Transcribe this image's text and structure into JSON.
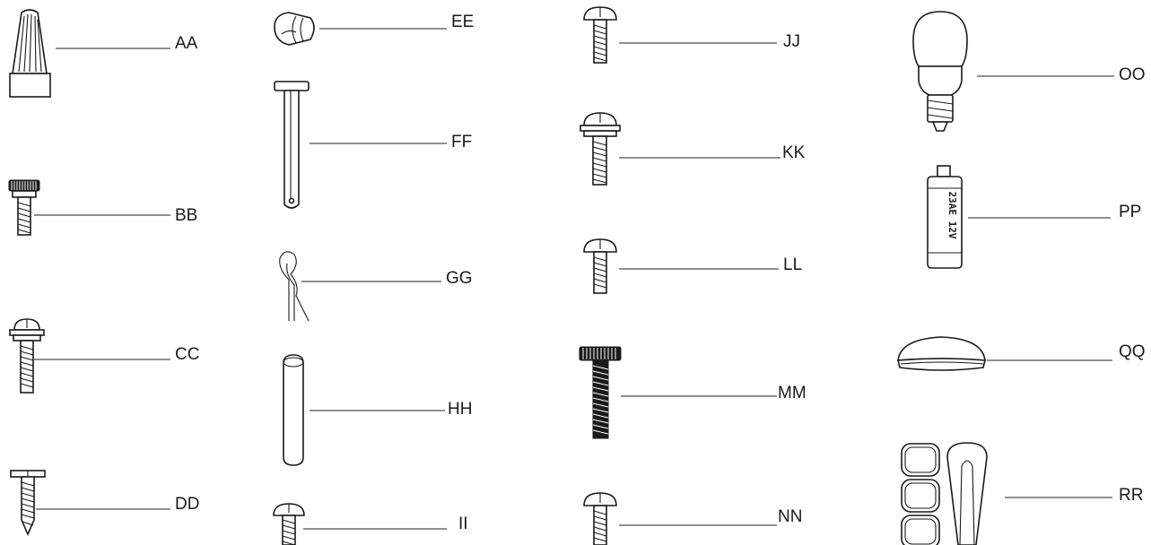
{
  "parts": [
    {
      "id": "wire-nut",
      "label": "AA"
    },
    {
      "id": "thumb-screw",
      "label": "BB"
    },
    {
      "id": "washer-screw",
      "label": "CC"
    },
    {
      "id": "pointed-screw",
      "label": "DD"
    },
    {
      "id": "cap-nut",
      "label": "EE"
    },
    {
      "id": "clevis-pin",
      "label": "FF"
    },
    {
      "id": "hairpin-clip",
      "label": "GG"
    },
    {
      "id": "rod-pin",
      "label": "HH"
    },
    {
      "id": "small-screw",
      "label": "II"
    },
    {
      "id": "machine-screw",
      "label": "JJ"
    },
    {
      "id": "washer-screw",
      "label": "KK"
    },
    {
      "id": "machine-screw",
      "label": "LL"
    },
    {
      "id": "knurled-long-screw",
      "label": "MM"
    },
    {
      "id": "machine-screw",
      "label": "NN"
    },
    {
      "id": "light-bulb",
      "label": "OO"
    },
    {
      "id": "battery",
      "label": "PP",
      "print": "23AE 12V"
    },
    {
      "id": "glass-lens",
      "label": "QQ"
    },
    {
      "id": "pads-and-clip",
      "label": "RR"
    }
  ]
}
